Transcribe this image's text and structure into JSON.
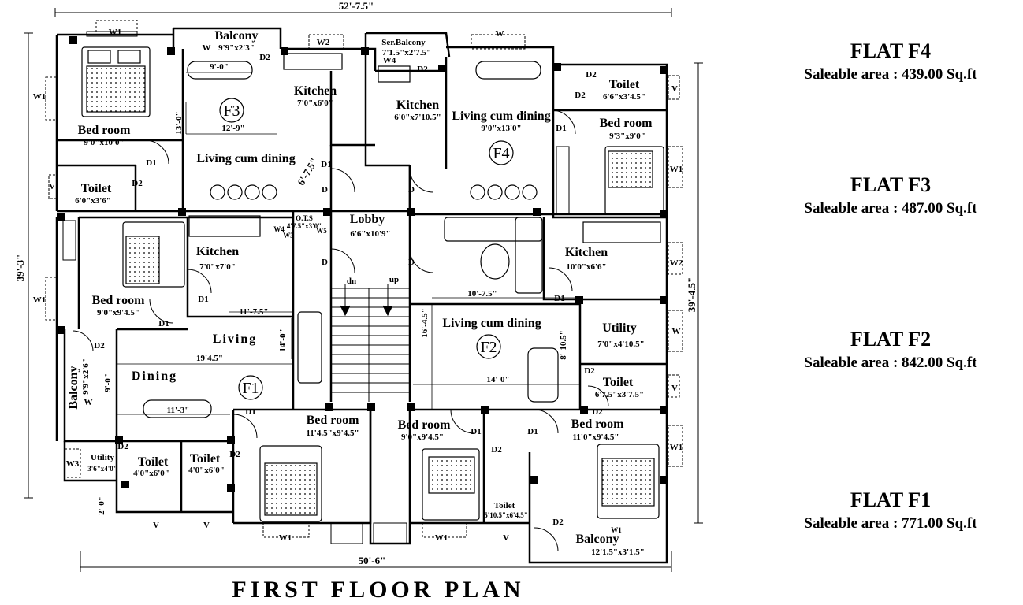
{
  "title": "FIRST FLOOR PLAN",
  "dimensions": {
    "top": "52'-7.5\"",
    "bottom": "50'-6\"",
    "left": "39'-3\"",
    "right": "39'-4.5\""
  },
  "flats": [
    {
      "name": "FLAT  F4",
      "area": "Saleable area :  439.00 Sq.ft"
    },
    {
      "name": "FLAT  F3",
      "area": "Saleable area :  487.00 Sq.ft"
    },
    {
      "name": "FLAT  F2",
      "area": "Saleable area :  842.00 Sq.ft"
    },
    {
      "name": "FLAT  F1",
      "area": "Saleable area :  771.00 Sq.ft"
    }
  ],
  "flat_codes": {
    "f1": "F1",
    "f2": "F2",
    "f3": "F3",
    "f4": "F4"
  },
  "rooms": {
    "f3_bed": {
      "name": "Bed room",
      "size": "9'0\"x10'0\""
    },
    "f3_balcony": {
      "name": "Balcony",
      "size": "9'9\"x2'3\""
    },
    "f3_kitchen": {
      "name": "Kitchen",
      "size": "7'0\"x6'0\""
    },
    "f3_living": {
      "name": "Living cum dining"
    },
    "f3_toilet": {
      "name": "Toilet",
      "size": "6'0\"x3'6\""
    },
    "f4_serbalcony": {
      "name": "Ser.Balcony",
      "size": "7'1.5\"x2'7.5\""
    },
    "f4_kitchen": {
      "name": "Kitchen",
      "size": "6'0\"x7'10.5\""
    },
    "f4_living": {
      "name": "Living cum dining",
      "size": "9'0\"x13'0\""
    },
    "f4_toilet": {
      "name": "Toilet",
      "size": "6'6\"x3'4.5\""
    },
    "f4_bed": {
      "name": "Bed room",
      "size": "9'3\"x9'0\""
    },
    "lobby": {
      "name": "Lobby",
      "size": "6'6\"x10'9\""
    },
    "f1_bed": {
      "name": "Bed room",
      "size": "9'0\"x9'4.5\""
    },
    "f1_kitchen": {
      "name": "Kitchen",
      "size": "7'0\"x7'0\""
    },
    "f1_living": {
      "name": "Living"
    },
    "f1_dining": {
      "name": "Dining"
    },
    "f1_balcony": {
      "name": "Balcony",
      "size": "9'9\"x2'6\""
    },
    "f1_utility": {
      "name": "Utility",
      "size": "3'6\"x4'0\""
    },
    "f1_toilet1": {
      "name": "Toilet",
      "size": "4'0\"x6'0\""
    },
    "f1_toilet2": {
      "name": "Toilet",
      "size": "4'0\"x6'0\""
    },
    "f1_bed2": {
      "name": "Bed room",
      "size": "11'4.5\"x9'4.5\""
    },
    "f2_kitchen": {
      "name": "Kitchen",
      "size": "10'0\"x6'6\""
    },
    "f2_living": {
      "name": "Living cum dining"
    },
    "f2_utility": {
      "name": "Utility",
      "size": "7'0\"x4'10.5\""
    },
    "f2_toilet1": {
      "name": "Toilet",
      "size": "6'7.5\"x3'7.5\""
    },
    "f2_bed1": {
      "name": "Bed room",
      "size": "9'0\"x9'4.5\""
    },
    "f2_bed2": {
      "name": "Bed room",
      "size": "11'0\"x9'4.5\""
    },
    "f2_toilet2": {
      "name": "Toilet",
      "size": "5'10.5\"x6'4.5\""
    },
    "f2_balcony": {
      "name": "Balcony",
      "size": "12'1.5\"x3'1.5\""
    },
    "ots": {
      "name": "O.T.S",
      "size": "4'7.5\"x3'0\""
    }
  },
  "inner_dims": {
    "f3_w1": "9'-0\"",
    "f3_w2": "12'-9\"",
    "f3_h1": "13'-0\"",
    "f3_h2": "6'-7.5\"",
    "f1_w1": "11'-7.5\"",
    "f1_w2": "19'4.5\"",
    "f1_w3": "11'-3\"",
    "f1_h1": "14'-0\"",
    "f1_h2": "9'-0\"",
    "f1_h3": "2'-0\"",
    "f2_w1": "10'-7.5\"",
    "f2_w2": "14'-0\"",
    "f2_h1": "16'-4.5\"",
    "f2_h2": "8'-10.5\""
  },
  "tags": {
    "w": "W",
    "w1": "W1",
    "w2": "W2",
    "w3": "W3",
    "w4": "W4",
    "w5": "W5",
    "d": "D",
    "d1": "D1",
    "d2": "D2",
    "v": "V",
    "dn": "dn",
    "up": "up"
  }
}
